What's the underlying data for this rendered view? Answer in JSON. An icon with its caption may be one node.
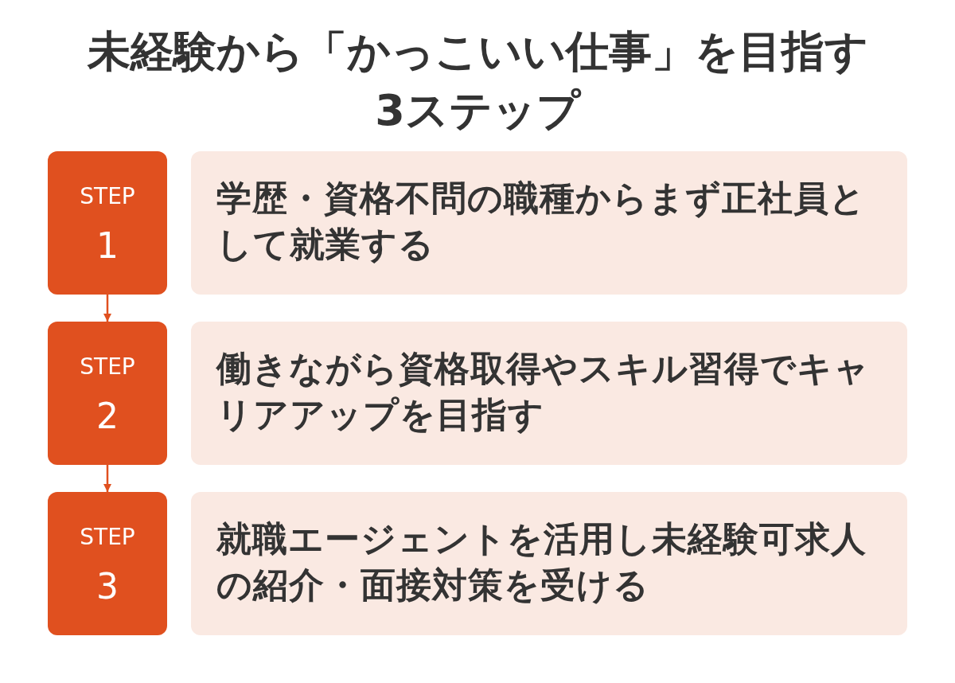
{
  "diagram": {
    "title": "未経験から「かっこいい仕事」を目指す3ステップ",
    "nodes": [
      {
        "text": [
          "STEP",
          "1"
        ]
      },
      {
        "text": [
          "学歴・資格不問の職種からまず正社員として就業する"
        ]
      },
      {
        "text": [
          "STEP",
          "2"
        ]
      },
      {
        "text": [
          "働きながら資格取得やスキル習得でキャリアアップを目指す"
        ]
      },
      {
        "text": [
          "STEP",
          "3"
        ]
      },
      {
        "text": [
          "就職エージェントを活用し未経験可求人の紹介・面接対策を受ける"
        ]
      }
    ],
    "edges": [
      {
        "from": 0,
        "to": 2,
        "arrow": "to"
      },
      {
        "from": 2,
        "to": 4,
        "arrow": "to"
      }
    ]
  }
}
